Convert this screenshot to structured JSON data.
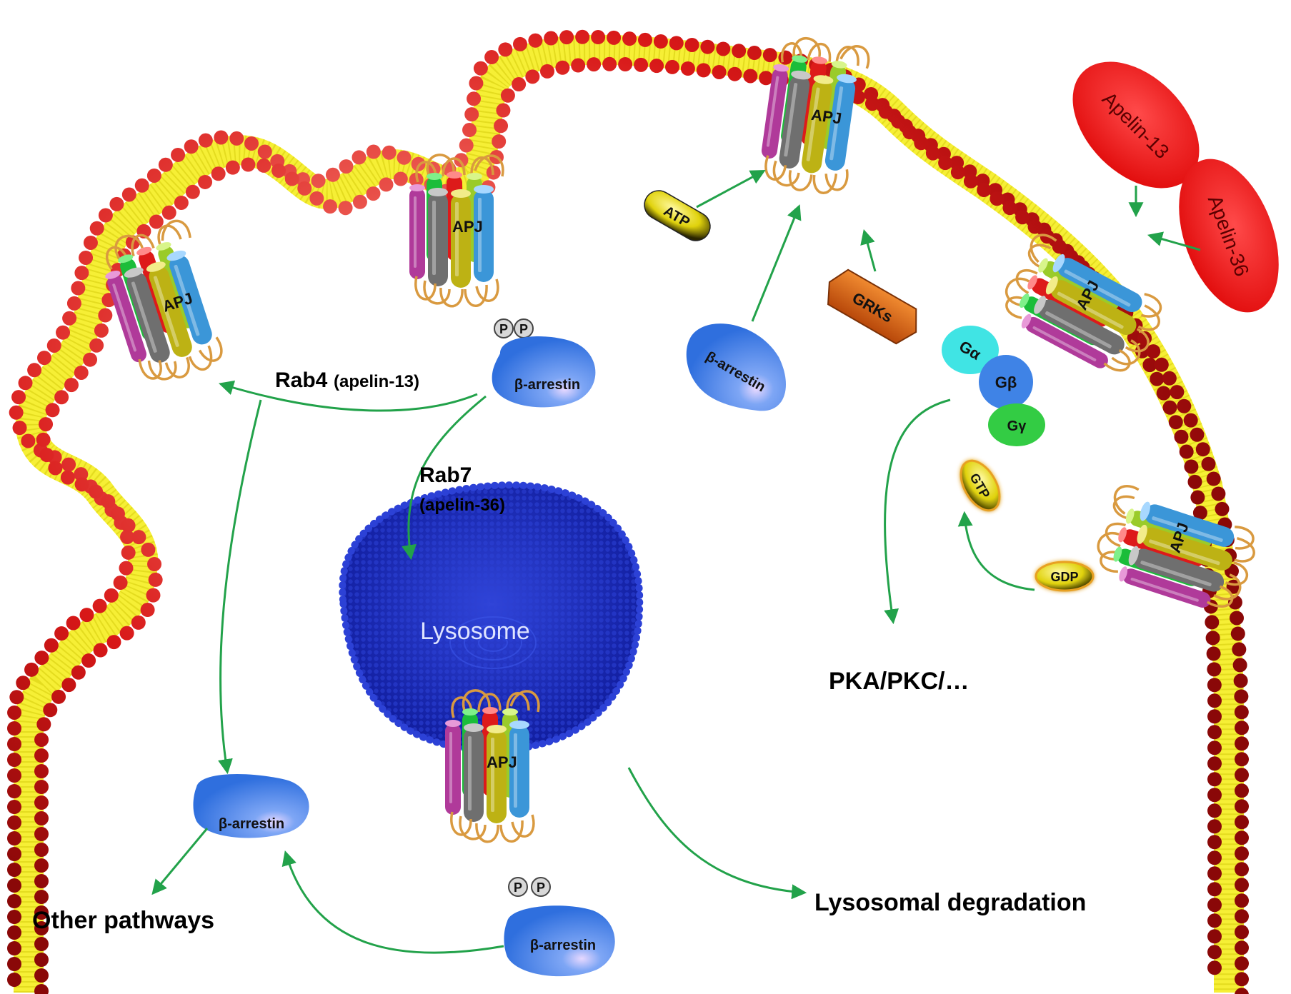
{
  "labels": {
    "rab4": "Rab4",
    "rab4_sub": "(apelin-13)",
    "rab7": "Rab7",
    "rab7_sub": "(apelin-36)",
    "lysosome": "Lysosome",
    "other_pathways": "Other pathways",
    "lysosomal_degradation": "Lysosomal degradation",
    "pka_pkc": "PKA/PKC/…",
    "receptor": "APJ",
    "phospho": "P",
    "beta_arrestin": "β-arrestin",
    "atp": "ATP",
    "grks": "GRKs",
    "apelin13": "Apelin-13",
    "apelin36": "Apelin-36",
    "g_alpha": "Gα",
    "g_beta": "Gβ",
    "g_gamma": "Gγ",
    "gtp": "GTP",
    "gdp": "GDP"
  },
  "colors": {
    "membrane_head": "#e02020",
    "membrane_tail": "#f5ee2a",
    "arrow": "#22a24a",
    "arrestin": "#3f83e6",
    "lysosome": "#1c2fc0",
    "apelin": "#ee1111",
    "grks": "#d8620e",
    "nucleotide": "#e8d80e",
    "helix_colors": [
      "#b03a9a",
      "#7a7a7a",
      "#1bbd3a",
      "#c7bc12",
      "#dd1a1a",
      "#3b96d8",
      "#9acb2a"
    ],
    "loop": "#d99a40"
  }
}
